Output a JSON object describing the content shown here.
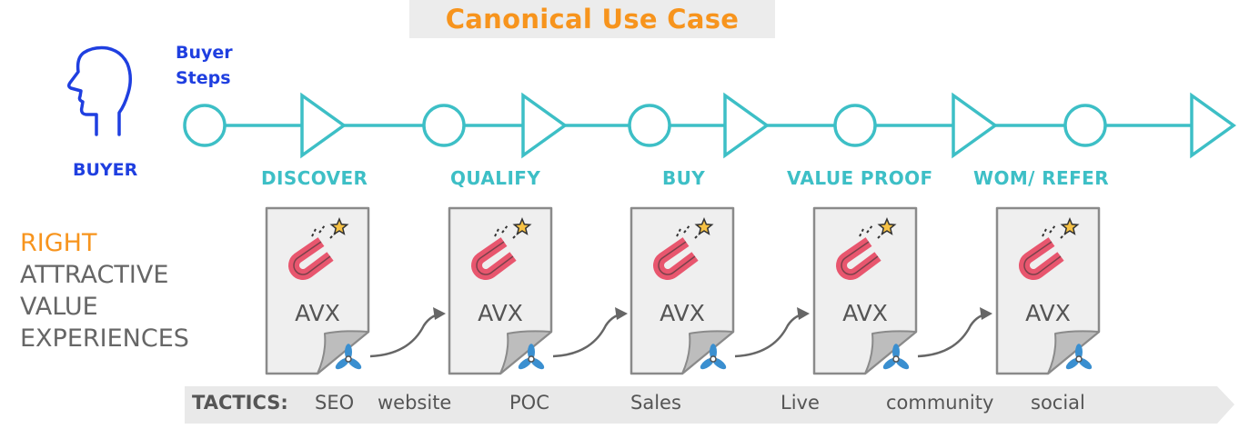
{
  "title": "Canonical Use Case",
  "buyer_steps_label": [
    "Buyer",
    "Steps"
  ],
  "buyer_label": "BUYER",
  "stages": [
    "DISCOVER",
    "QUALIFY",
    "BUY",
    "VALUE PROOF",
    "WOM/ REFER"
  ],
  "left_block": {
    "highlight": "RIGHT",
    "lines": [
      "ATTRACTIVE",
      "VALUE",
      "EXPERIENCES"
    ]
  },
  "card_label": "AVX",
  "tactics": {
    "title": "TACTICS:",
    "items": [
      "SEO",
      "website",
      "POC",
      "Sales",
      "Live",
      "community",
      "social"
    ]
  },
  "colors": {
    "title": "#f7941d",
    "buyer": "#1f3fe0",
    "timeline": "#3dbfc6",
    "magnet": "#e8566e",
    "star": "#f7c244",
    "propeller": "#3a8fd0",
    "card": "#efefef",
    "tactics_bar": "#e9e9e9"
  },
  "icons": [
    "head-profile-icon",
    "magnet-icon",
    "star-icon",
    "propeller-icon",
    "curved-arrow-icon"
  ]
}
